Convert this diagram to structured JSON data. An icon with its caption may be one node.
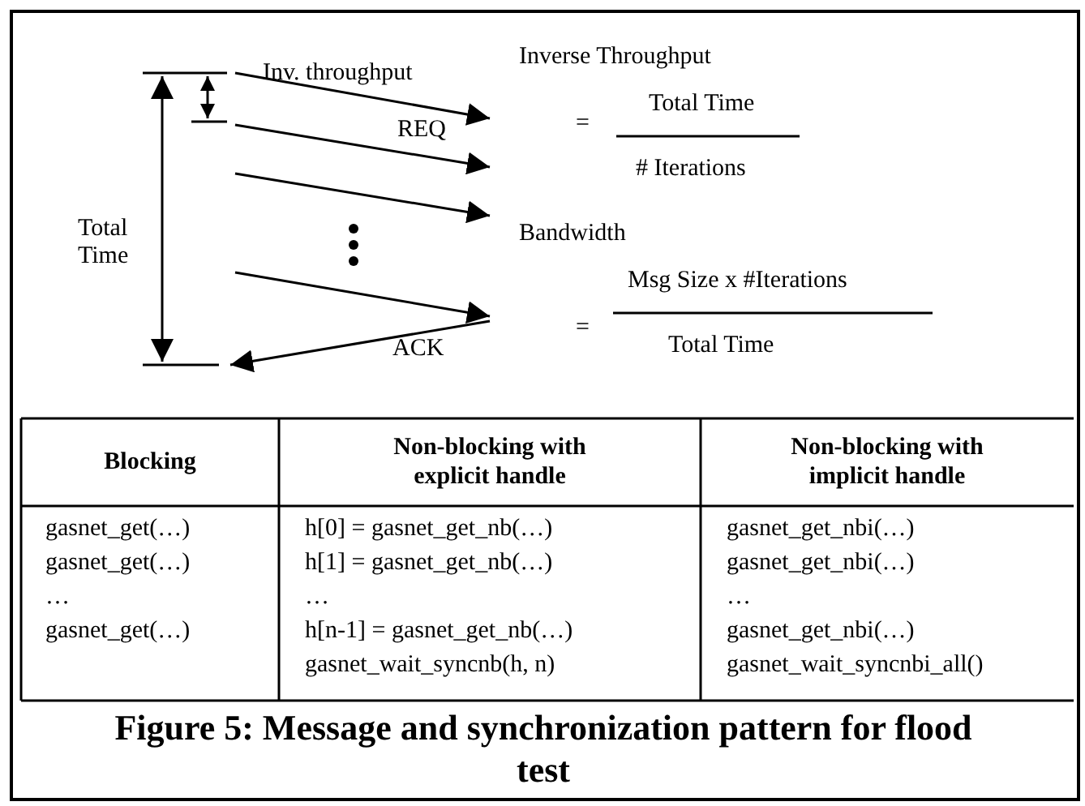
{
  "diagram": {
    "caption": "Figure 5: Message and synchronization pattern for flood test",
    "labels": [
      "Inv. throughput",
      "REQ",
      "Total Time",
      "ACK",
      "Inverse Throughput",
      "=",
      "Total Time",
      "# Iterations",
      "Bandwidth",
      "Msg Size x #Iterations",
      "=",
      "Total Time",
      "Blocking",
      "Non-blocking with explicit handle",
      "Non-blocking with implicit handle",
      "gasnet_get(…)",
      "h[0] = gasnet_get_nb(…)",
      "gasnet_get_nbi(…)",
      "gasnet_get(…)",
      "h[1] = gasnet_get_nb(…)",
      "gasnet_get_nbi(…)",
      "…",
      "…",
      "…",
      "gasnet_get(…)",
      "h[n-1] = gasnet_get_nb(…)",
      "gasnet_get_nbi(…)",
      "gasnet_wait_syncnb(h, n)",
      "gasnet_wait_syncnbi_all()"
    ]
  }
}
